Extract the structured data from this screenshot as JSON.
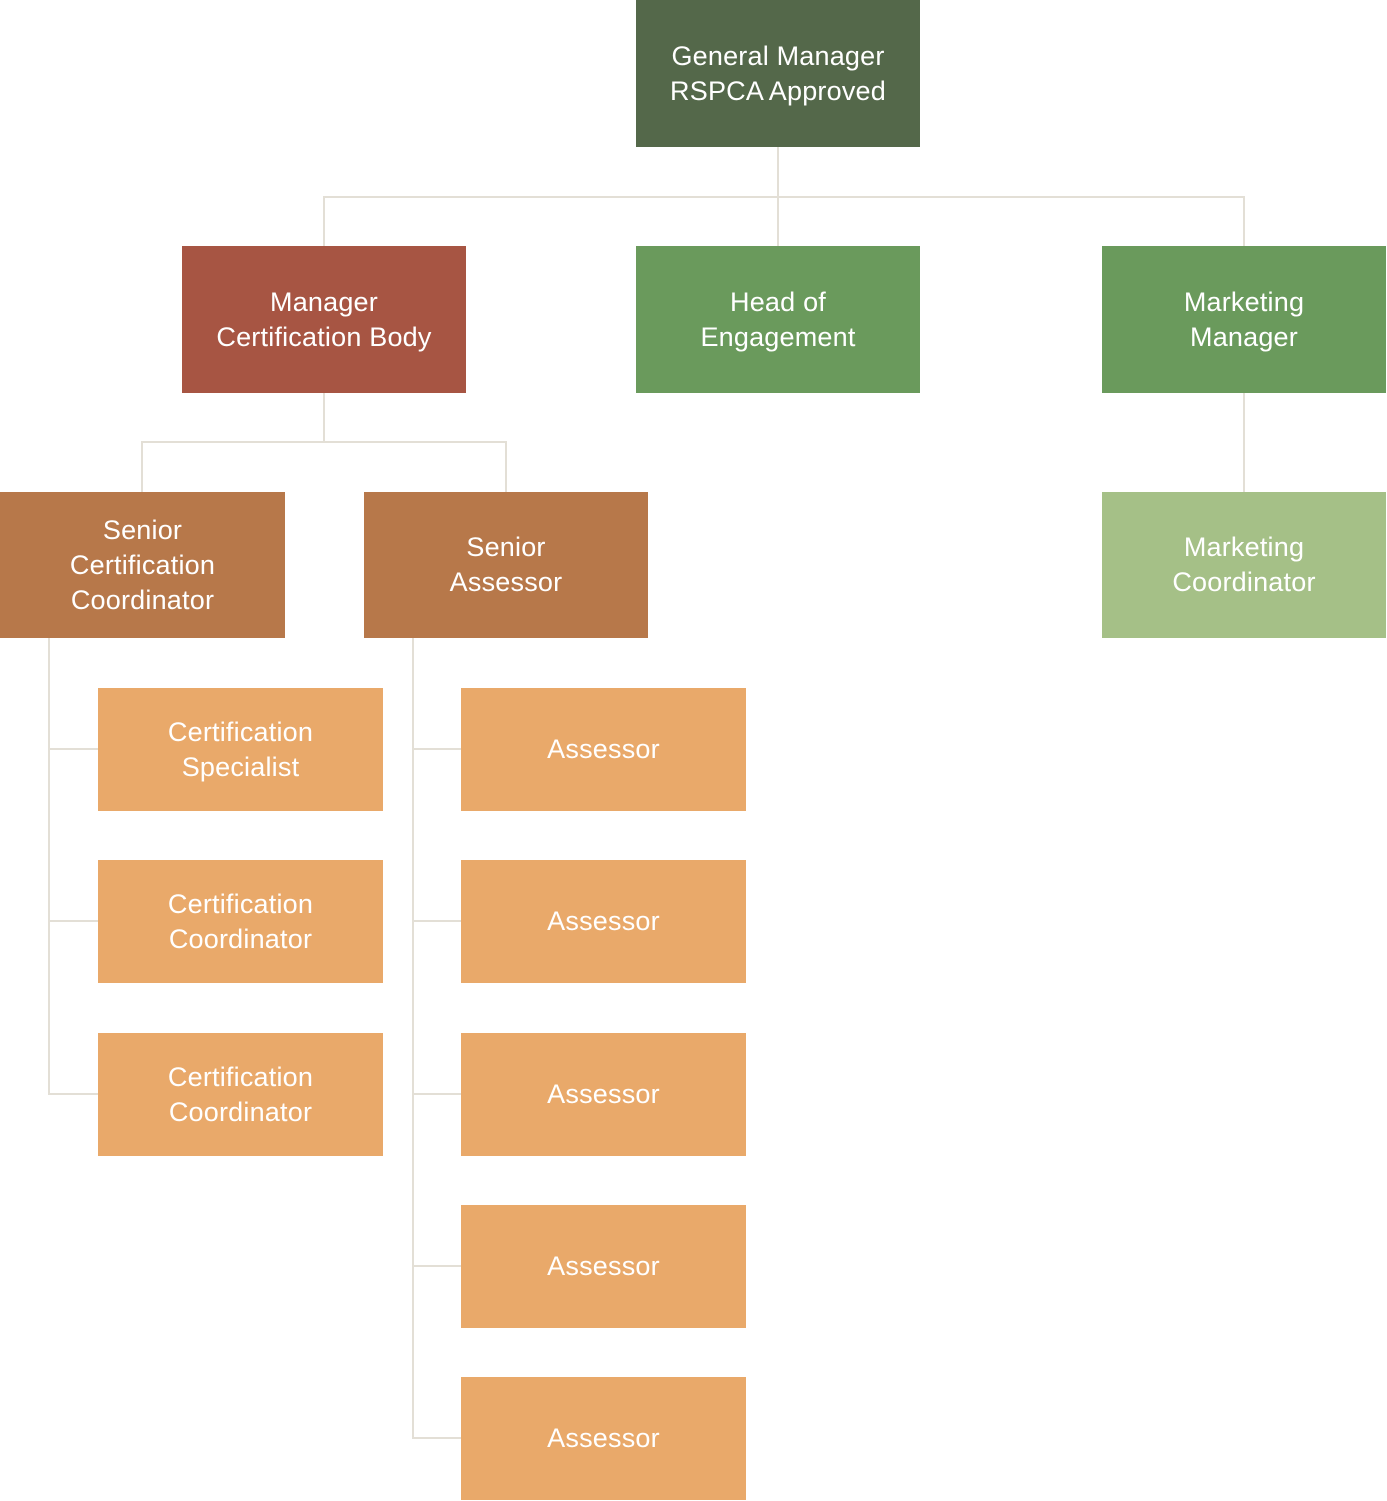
{
  "colors": {
    "dark_green": "#54684a",
    "green": "#6a9a5c",
    "light_green": "#a5c087",
    "red_brown": "#a75543",
    "brown": "#b7784a",
    "orange": "#e9a96a",
    "connector": "#e3dfd6",
    "text": "#ffffff"
  },
  "org": {
    "general_manager": {
      "label": "General Manager\nRSPCA Approved",
      "color": "#54684a"
    },
    "manager_certification_body": {
      "label": "Manager\nCertification Body",
      "color": "#a75543"
    },
    "head_of_engagement": {
      "label": "Head of\nEngagement",
      "color": "#6a9a5c"
    },
    "marketing_manager": {
      "label": "Marketing\nManager",
      "color": "#6a9a5c"
    },
    "senior_certification_coordinator": {
      "label": "Senior\nCertification\nCoordinator",
      "color": "#b7784a"
    },
    "senior_assessor": {
      "label": "Senior\nAssessor",
      "color": "#b7784a"
    },
    "marketing_coordinator": {
      "label": "Marketing\nCoordinator",
      "color": "#a5c087"
    },
    "certification_team": [
      {
        "label": "Certification\nSpecialist",
        "color": "#e9a96a"
      },
      {
        "label": "Certification\nCoordinator",
        "color": "#e9a96a"
      },
      {
        "label": "Certification\nCoordinator",
        "color": "#e9a96a"
      }
    ],
    "assessors": [
      {
        "label": "Assessor",
        "color": "#e9a96a"
      },
      {
        "label": "Assessor",
        "color": "#e9a96a"
      },
      {
        "label": "Assessor",
        "color": "#e9a96a"
      },
      {
        "label": "Assessor",
        "color": "#e9a96a"
      },
      {
        "label": "Assessor",
        "color": "#e9a96a"
      }
    ]
  }
}
